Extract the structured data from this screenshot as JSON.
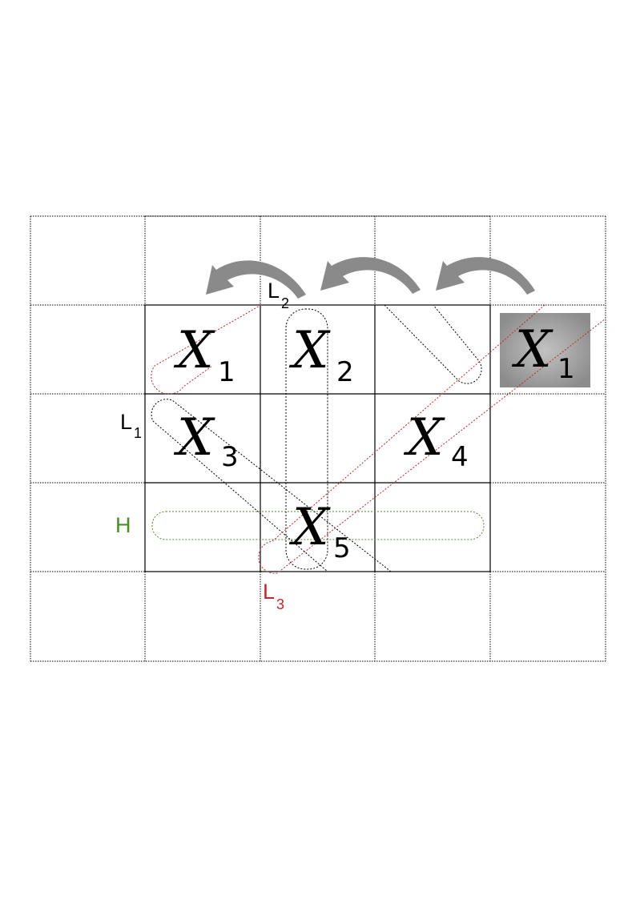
{
  "colors": {
    "grid": "#000000",
    "red": "#c0282d",
    "green": "#4a8c2a",
    "arrow": "#8a8a8a",
    "shade_center": "#b4b4b4",
    "shade_edge": "#8a8a8a"
  },
  "cells": [
    {
      "id": "x1",
      "var": "X",
      "sub": "1"
    },
    {
      "id": "x2",
      "var": "X",
      "sub": "2"
    },
    {
      "id": "x3",
      "var": "X",
      "sub": "3"
    },
    {
      "id": "x4",
      "var": "X",
      "sub": "4"
    },
    {
      "id": "x5",
      "var": "X",
      "sub": "5"
    },
    {
      "id": "x1-copy",
      "var": "X",
      "sub": "1"
    }
  ],
  "lines": {
    "L1": {
      "letter": "L",
      "sub": "1"
    },
    "L2": {
      "letter": "L",
      "sub": "2"
    },
    "L3": {
      "letter": "L",
      "sub": "3"
    },
    "H": {
      "letter": "H",
      "sub": ""
    }
  },
  "shift_arrows": 3
}
